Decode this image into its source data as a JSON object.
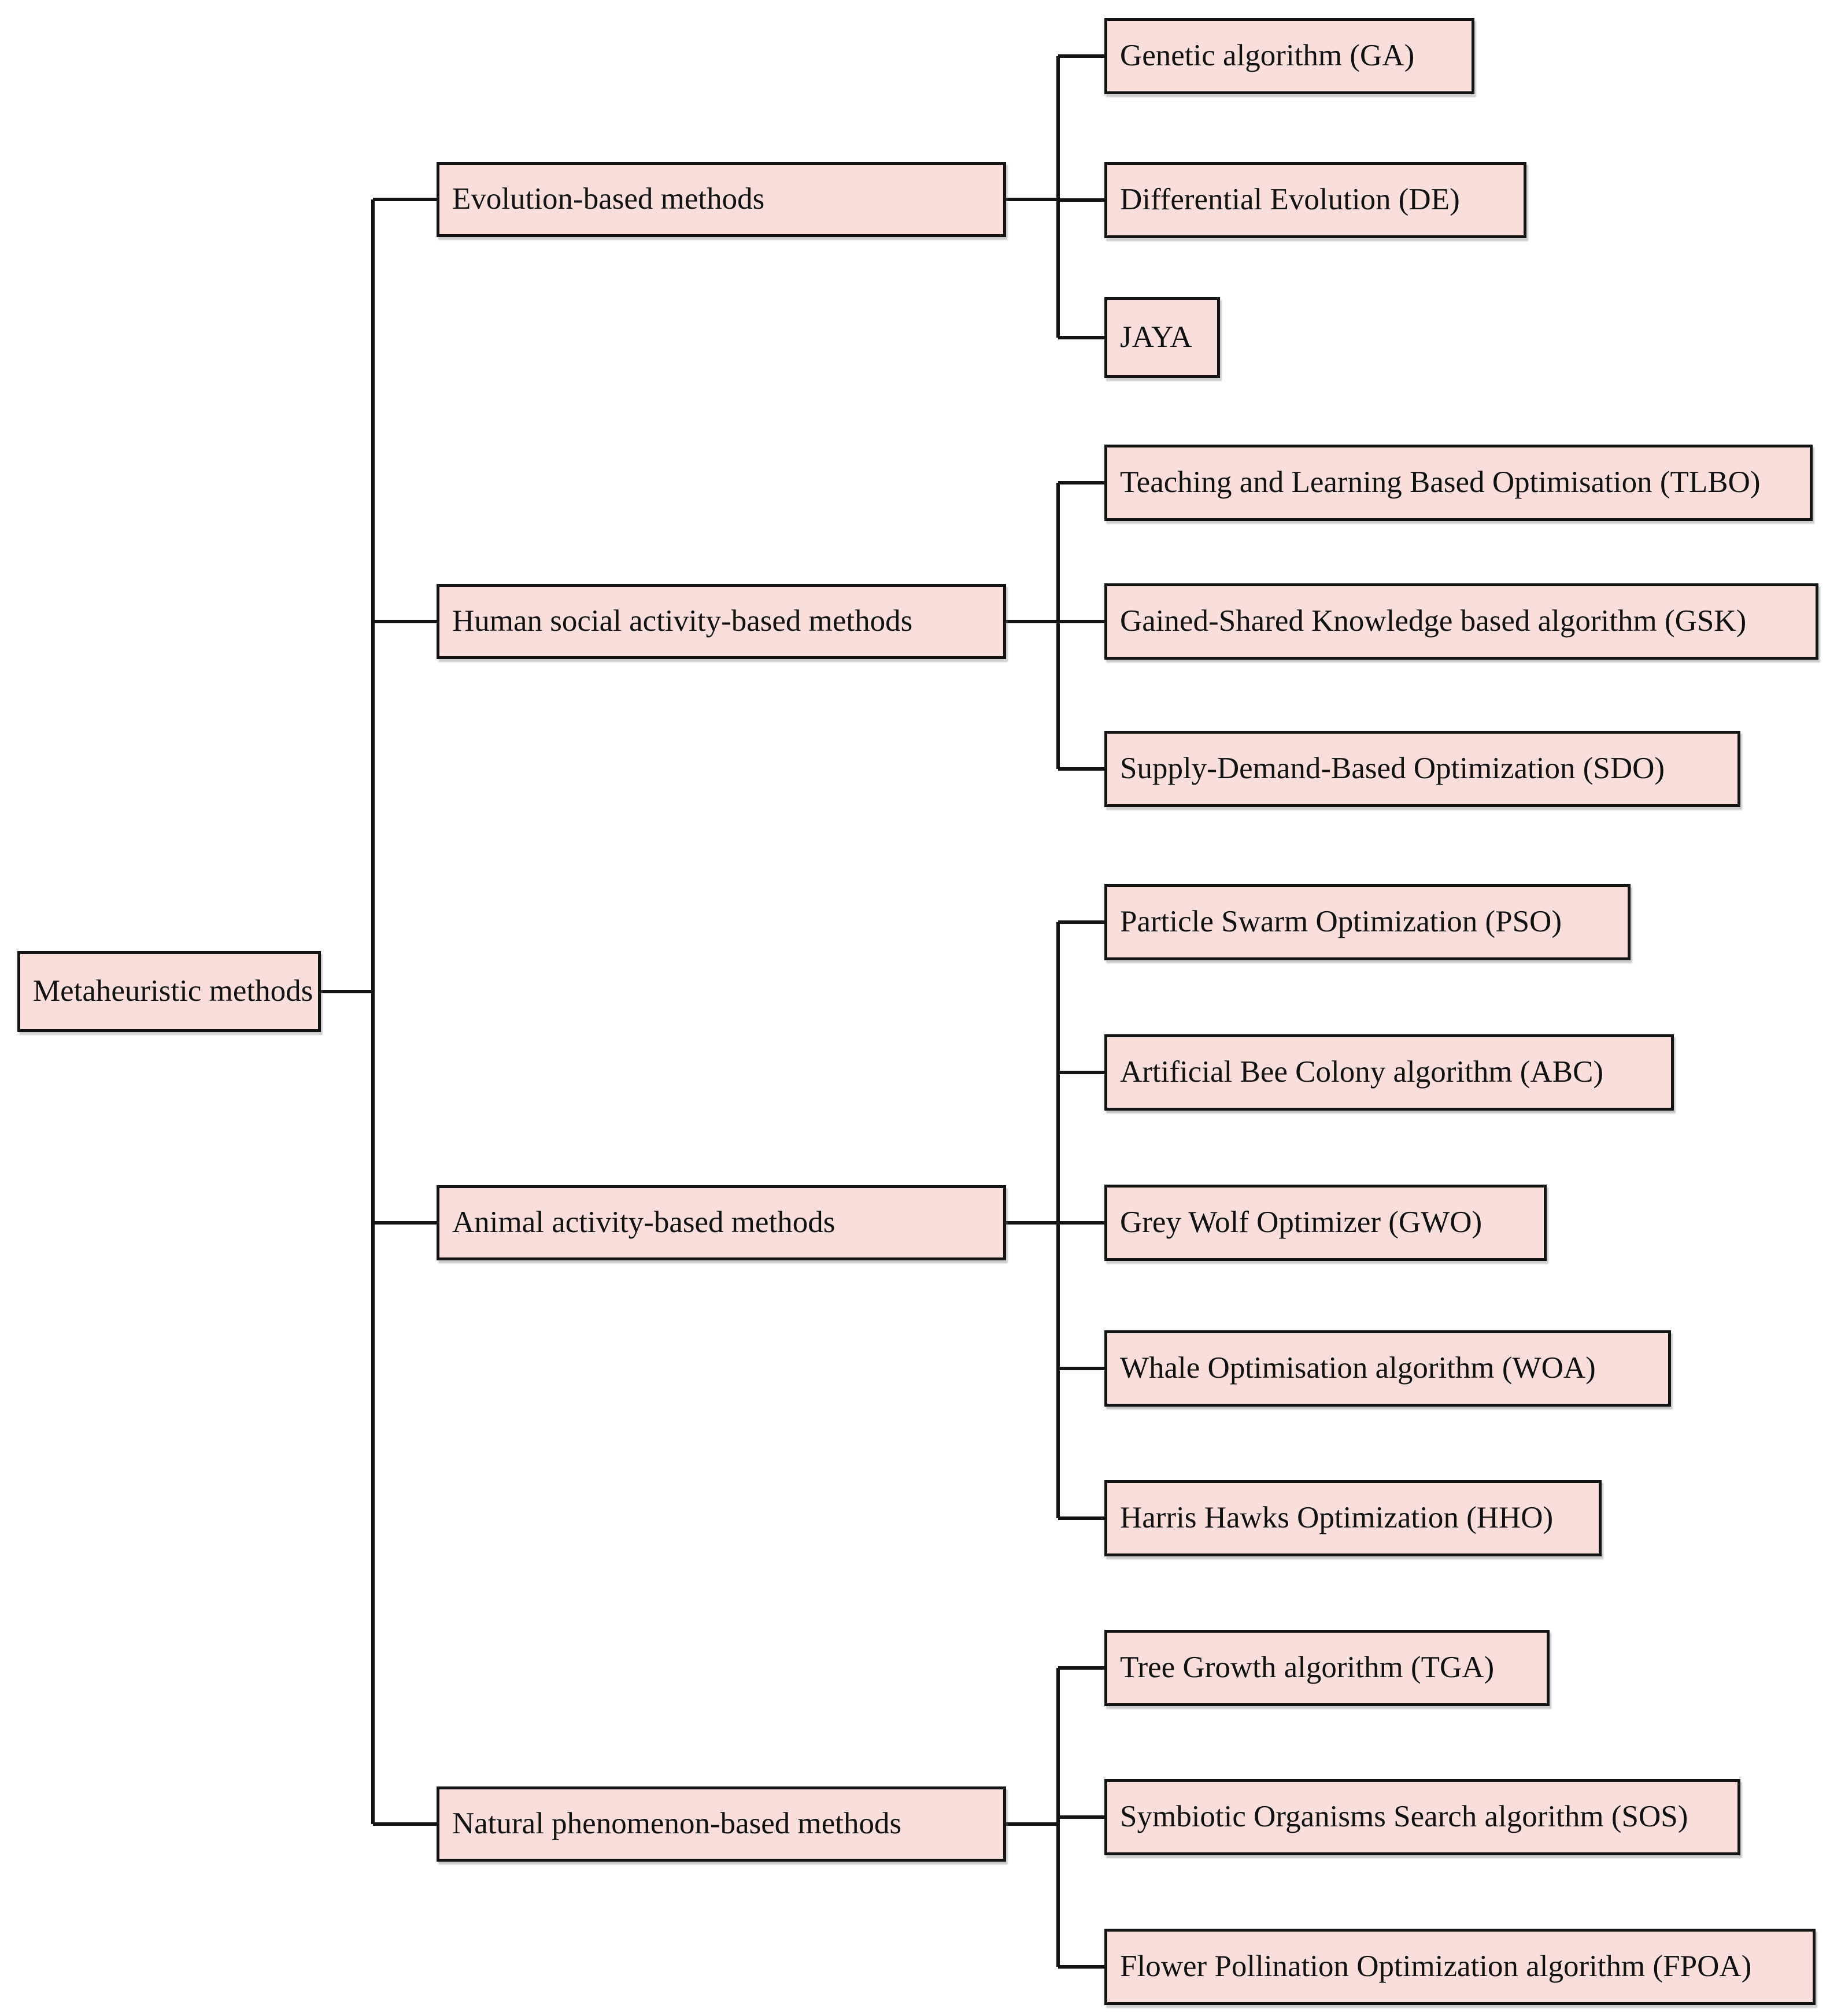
{
  "figure": {
    "root_label": "Metaheuristic methods",
    "branches": [
      {
        "label": "Evolution-based methods",
        "children": [
          "Genetic algorithm (GA)",
          "Differential Evolution (DE)",
          "JAYA"
        ]
      },
      {
        "label": "Human social activity-based methods",
        "children": [
          "Teaching and Learning Based Optimisation (TLBO)",
          "Gained-Shared Knowledge based algorithm (GSK)",
          "Supply-Demand-Based Optimization (SDO)"
        ]
      },
      {
        "label": "Animal activity-based methods",
        "children": [
          "Particle Swarm Optimization (PSO)",
          "Artificial Bee Colony algorithm (ABC)",
          "Grey Wolf Optimizer (GWO)",
          "Whale Optimisation algorithm (WOA)",
          "Harris Hawks Optimization (HHO)"
        ]
      },
      {
        "label": "Natural phenomenon-based methods",
        "children": [
          "Tree Growth algorithm (TGA)",
          "Symbiotic Organisms Search algorithm (SOS)",
          "Flower Pollination Optimization algorithm (FPOA)"
        ]
      }
    ],
    "colors": {
      "node_fill": "#f9dedb",
      "node_border": "#141414",
      "connector": "#141414",
      "background": "#ffffff"
    }
  }
}
